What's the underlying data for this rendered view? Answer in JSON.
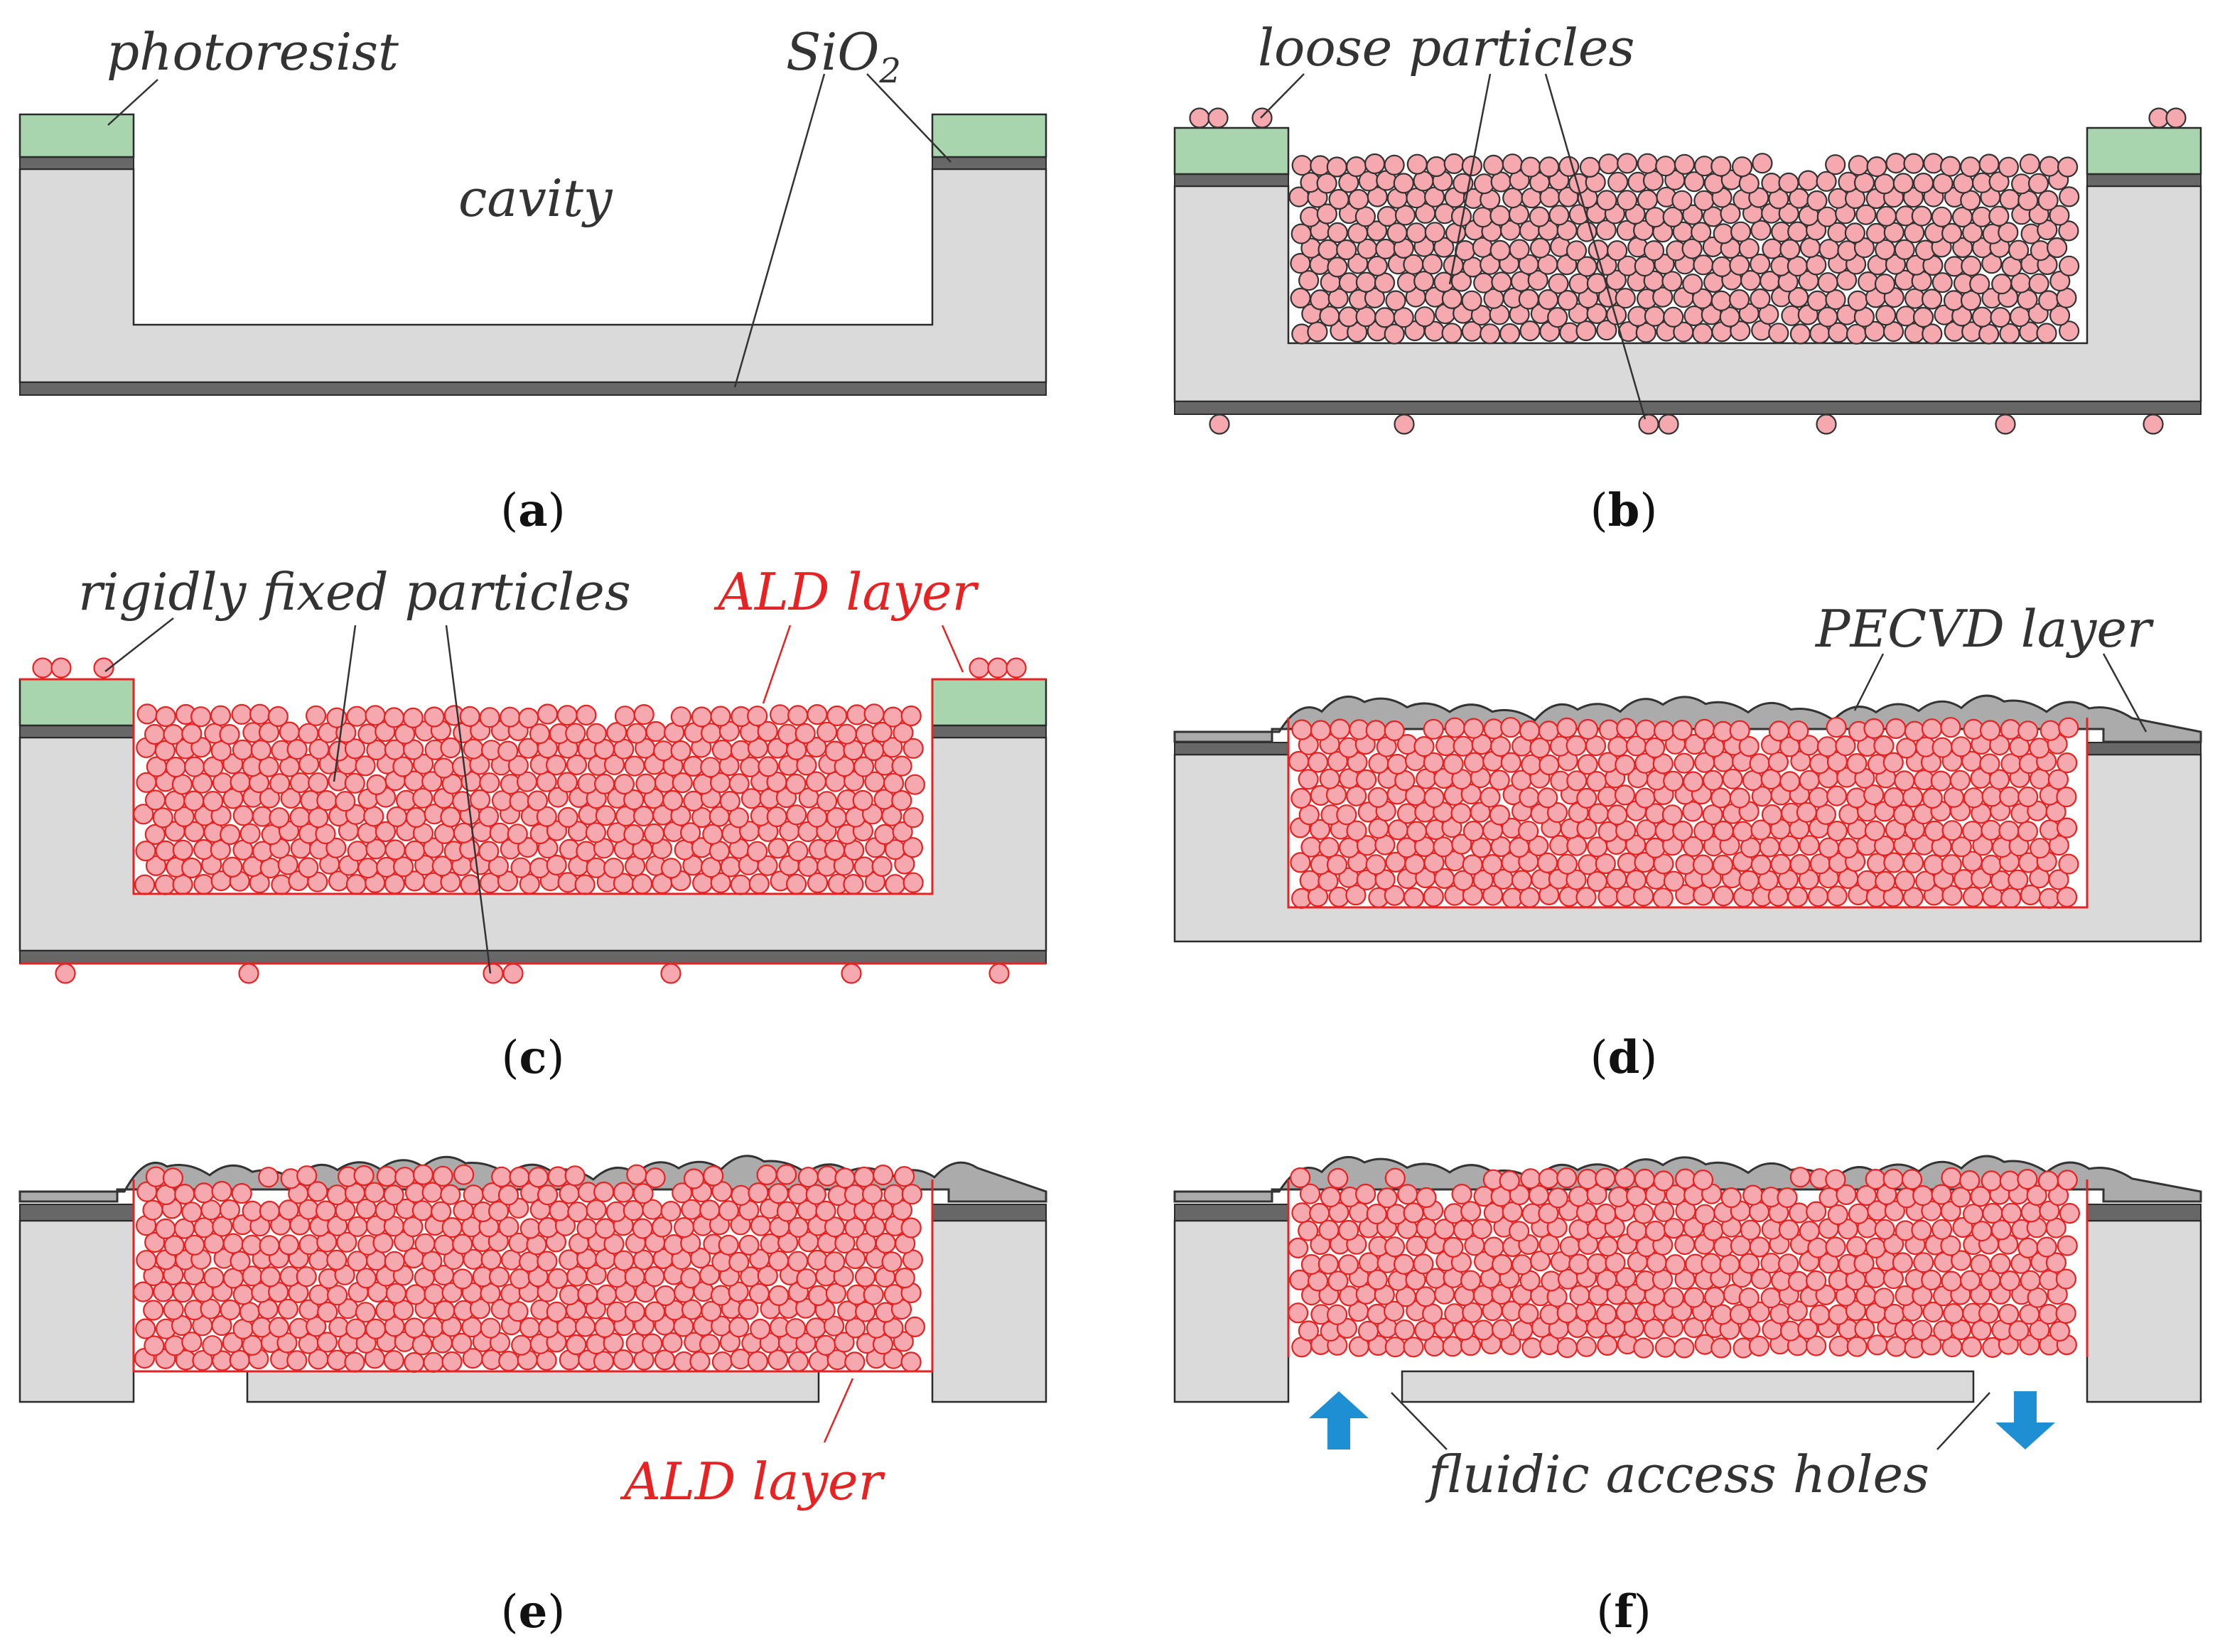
{
  "panels": {
    "a": {
      "caption": "a",
      "labels": {
        "photoresist": "photoresist",
        "sio2": "SiO",
        "sio2_sub": "2",
        "cavity": "cavity"
      }
    },
    "b": {
      "caption": "b",
      "labels": {
        "loose": "loose particles"
      }
    },
    "c": {
      "caption": "c",
      "labels": {
        "rigid": "rigidly fixed particles",
        "ald": "ALD layer"
      }
    },
    "d": {
      "caption": "d",
      "labels": {
        "pecvd": "PECVD layer"
      }
    },
    "e": {
      "caption": "e",
      "labels": {
        "ald": "ALD layer"
      }
    },
    "f": {
      "caption": "f",
      "labels": {
        "fluidic": "fluidic access holes"
      }
    }
  },
  "colors": {
    "silicon": "#d9dad9",
    "oxide": "#676767",
    "photoresist": "#a8d5ad",
    "particle_fill": "#f5a8ae",
    "particle_stroke": "#333333",
    "ald": "#e52323",
    "pecvd": "#ababab",
    "arrow": "#1f8fd4"
  },
  "icons": {
    "inlet_arrow": "arrow-up-icon",
    "outlet_arrow": "arrow-down-icon"
  }
}
